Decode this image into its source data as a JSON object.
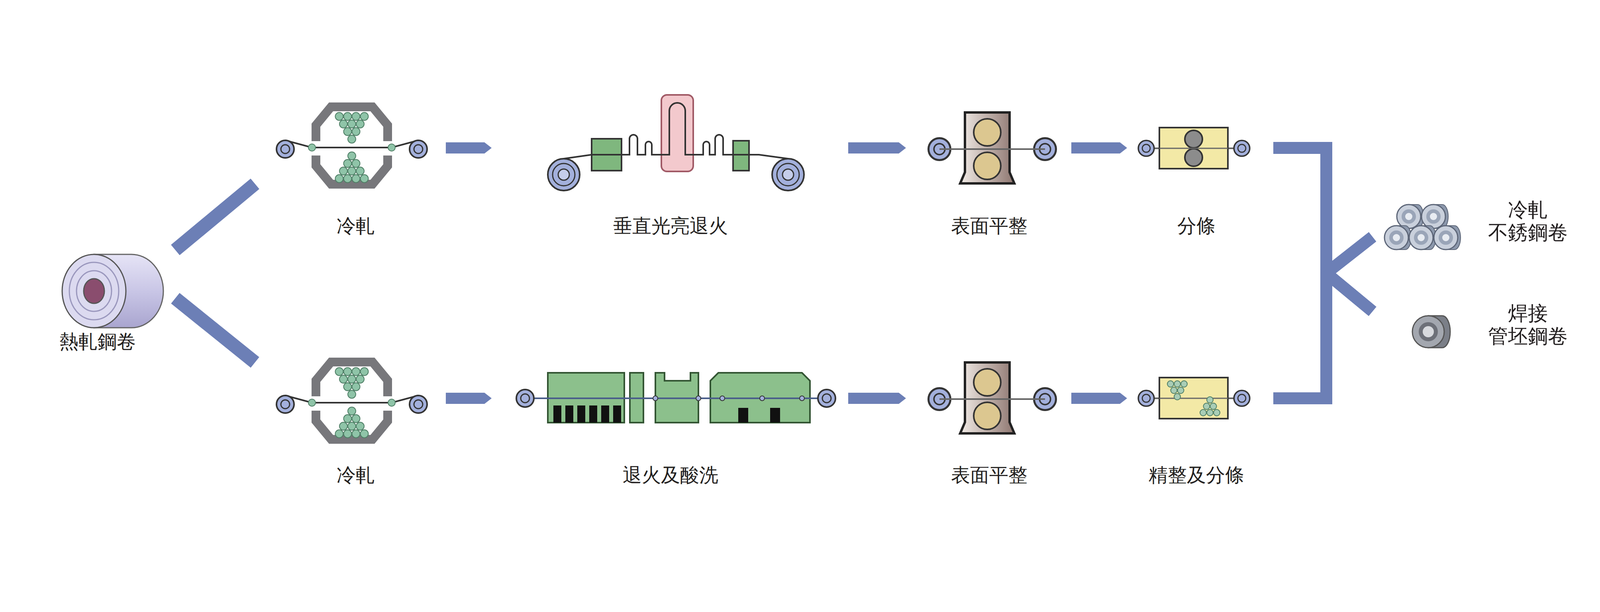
{
  "diagram": {
    "nodes": [
      {
        "text": [
          "熱軋鋼卷"
        ]
      },
      {
        "text": [
          "冷軋"
        ]
      },
      {
        "text": [
          "垂直光亮退火"
        ]
      },
      {
        "text": [
          "表面平整"
        ]
      },
      {
        "text": [
          "分條"
        ]
      },
      {
        "text": [
          "冷軋"
        ]
      },
      {
        "text": [
          "退火及酸洗"
        ]
      },
      {
        "text": [
          "表面平整"
        ]
      },
      {
        "text": [
          "精整及分條"
        ]
      },
      {
        "text": [
          "冷軋 不銹鋼卷"
        ]
      },
      {
        "text": [
          "焊接 管坯鋼卷"
        ]
      }
    ],
    "edges": [
      {
        "from": 0,
        "to": 1,
        "arrow": "none"
      },
      {
        "from": 0,
        "to": 5,
        "arrow": "none"
      },
      {
        "from": 1,
        "to": 2,
        "arrow": "to"
      },
      {
        "from": 2,
        "to": 3,
        "arrow": "to"
      },
      {
        "from": 3,
        "to": 4,
        "arrow": "to"
      },
      {
        "from": 5,
        "to": 6,
        "arrow": "to"
      },
      {
        "from": 6,
        "to": 7,
        "arrow": "to"
      },
      {
        "from": 7,
        "to": 8,
        "arrow": "to"
      },
      {
        "from": 4,
        "to": 9,
        "arrow": "none"
      },
      {
        "from": 4,
        "to": 10,
        "arrow": "none"
      },
      {
        "from": 8,
        "to": 9,
        "arrow": "none"
      },
      {
        "from": 8,
        "to": 10,
        "arrow": "none"
      }
    ]
  }
}
